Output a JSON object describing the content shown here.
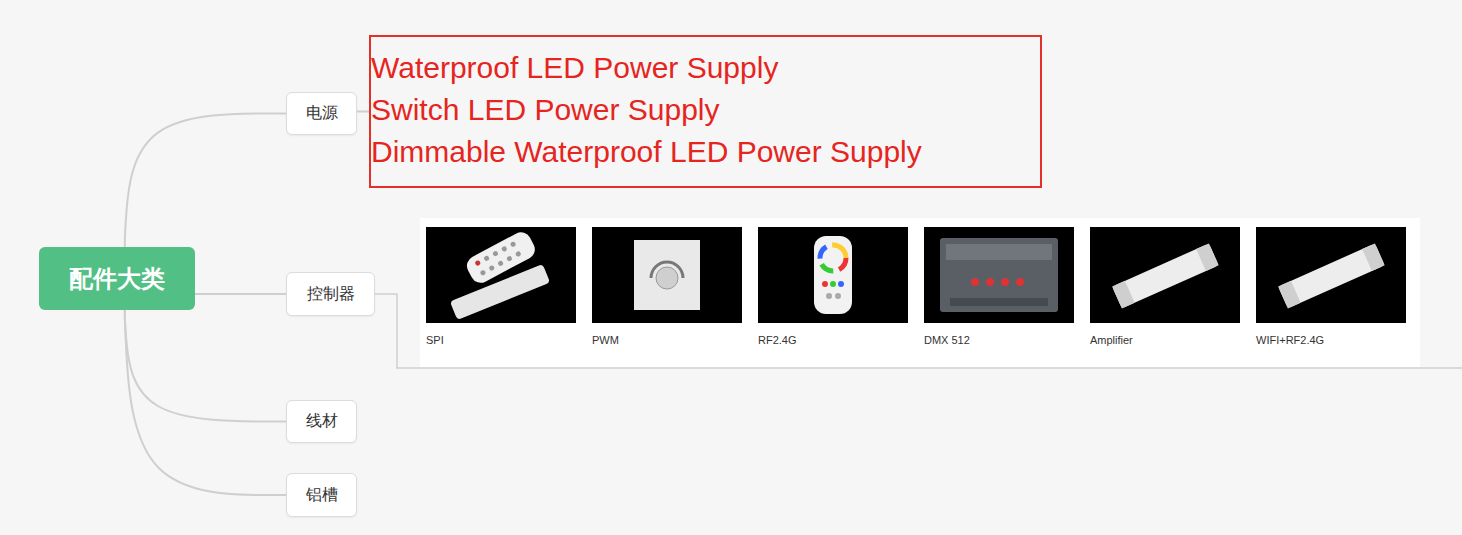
{
  "diagram": {
    "nodes": [
      {
        "text": [
          "配件大类"
        ]
      },
      {
        "text": [
          "电源"
        ]
      },
      {
        "text": [
          "Waterproof LED Power Supply",
          "Switch LED Power Supply",
          "Dimmable Waterproof LED Power Supply"
        ]
      },
      {
        "text": [
          "控制器"
        ]
      },
      {
        "text": [
          "SPI"
        ]
      },
      {
        "text": [
          "PWM"
        ]
      },
      {
        "text": [
          "RF2.4G"
        ]
      },
      {
        "text": [
          "DMX 512"
        ]
      },
      {
        "text": [
          "Amplifier"
        ]
      },
      {
        "text": [
          "WIFI+RF2.4G"
        ]
      },
      {
        "text": [
          "线材"
        ]
      },
      {
        "text": [
          "铝槽"
        ]
      }
    ],
    "edges": [
      {
        "from": 0,
        "to": 1,
        "arrow": "none"
      },
      {
        "from": 0,
        "to": 3,
        "arrow": "none"
      },
      {
        "from": 0,
        "to": 10,
        "arrow": "none"
      },
      {
        "from": 0,
        "to": 11,
        "arrow": "none"
      },
      {
        "from": 1,
        "to": 2,
        "arrow": "none"
      }
    ]
  }
}
